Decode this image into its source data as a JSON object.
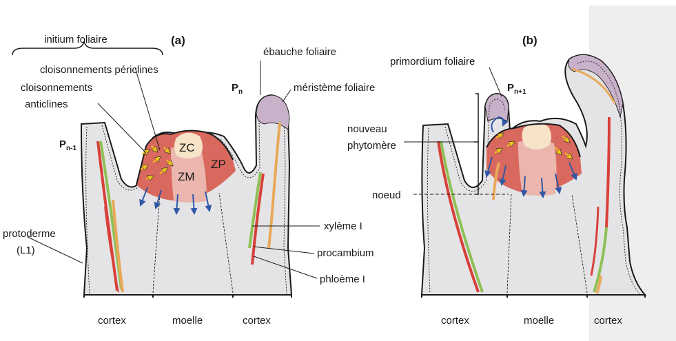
{
  "panel_a": {
    "letter": "(a)",
    "initium": "initium foliaire",
    "periclines": "cloisonnements périclines",
    "anticlines_1": "cloisonnements",
    "anticlines_2": "anticlines",
    "ebauche": "ébauche foliaire",
    "meristeme": "méristème foliaire",
    "pn": "P",
    "pn_sub": "n",
    "pn1": "P",
    "pn1_sub": "n-1",
    "zc": "ZC",
    "zm": "ZM",
    "zp": "ZP",
    "protoderme_1": "protoderme",
    "protoderme_2": "(L1)",
    "xyleme": "xylème I",
    "procambium": "procambium",
    "phloeme": "phloème I",
    "bottom_labels": [
      "cortex",
      "moelle",
      "cortex"
    ]
  },
  "panel_b": {
    "letter": "(b)",
    "primordium": "primordium foliaire",
    "pn1": "P",
    "pn1_sub": "n+1",
    "phytomere_1": "nouveau",
    "phytomere_2": "phytomère",
    "noeud": "noeud",
    "bottom_labels": [
      "cortex",
      "moelle",
      "cortex"
    ]
  },
  "colors": {
    "tissue_grey": "#e4e4e6",
    "background_grey": "#eeeeee",
    "zone_red": "#d9695e",
    "zone_pink": "#eab6ae",
    "zone_cream": "#f6e3c8",
    "leaf_purple": "#c7b2c9",
    "xylem_green": "#8fbf57",
    "procambium_red": "#d8403a",
    "phloem_orange": "#e9a95a",
    "arrow_blue": "#2f57a6",
    "division_yellow": "#f0c419"
  }
}
